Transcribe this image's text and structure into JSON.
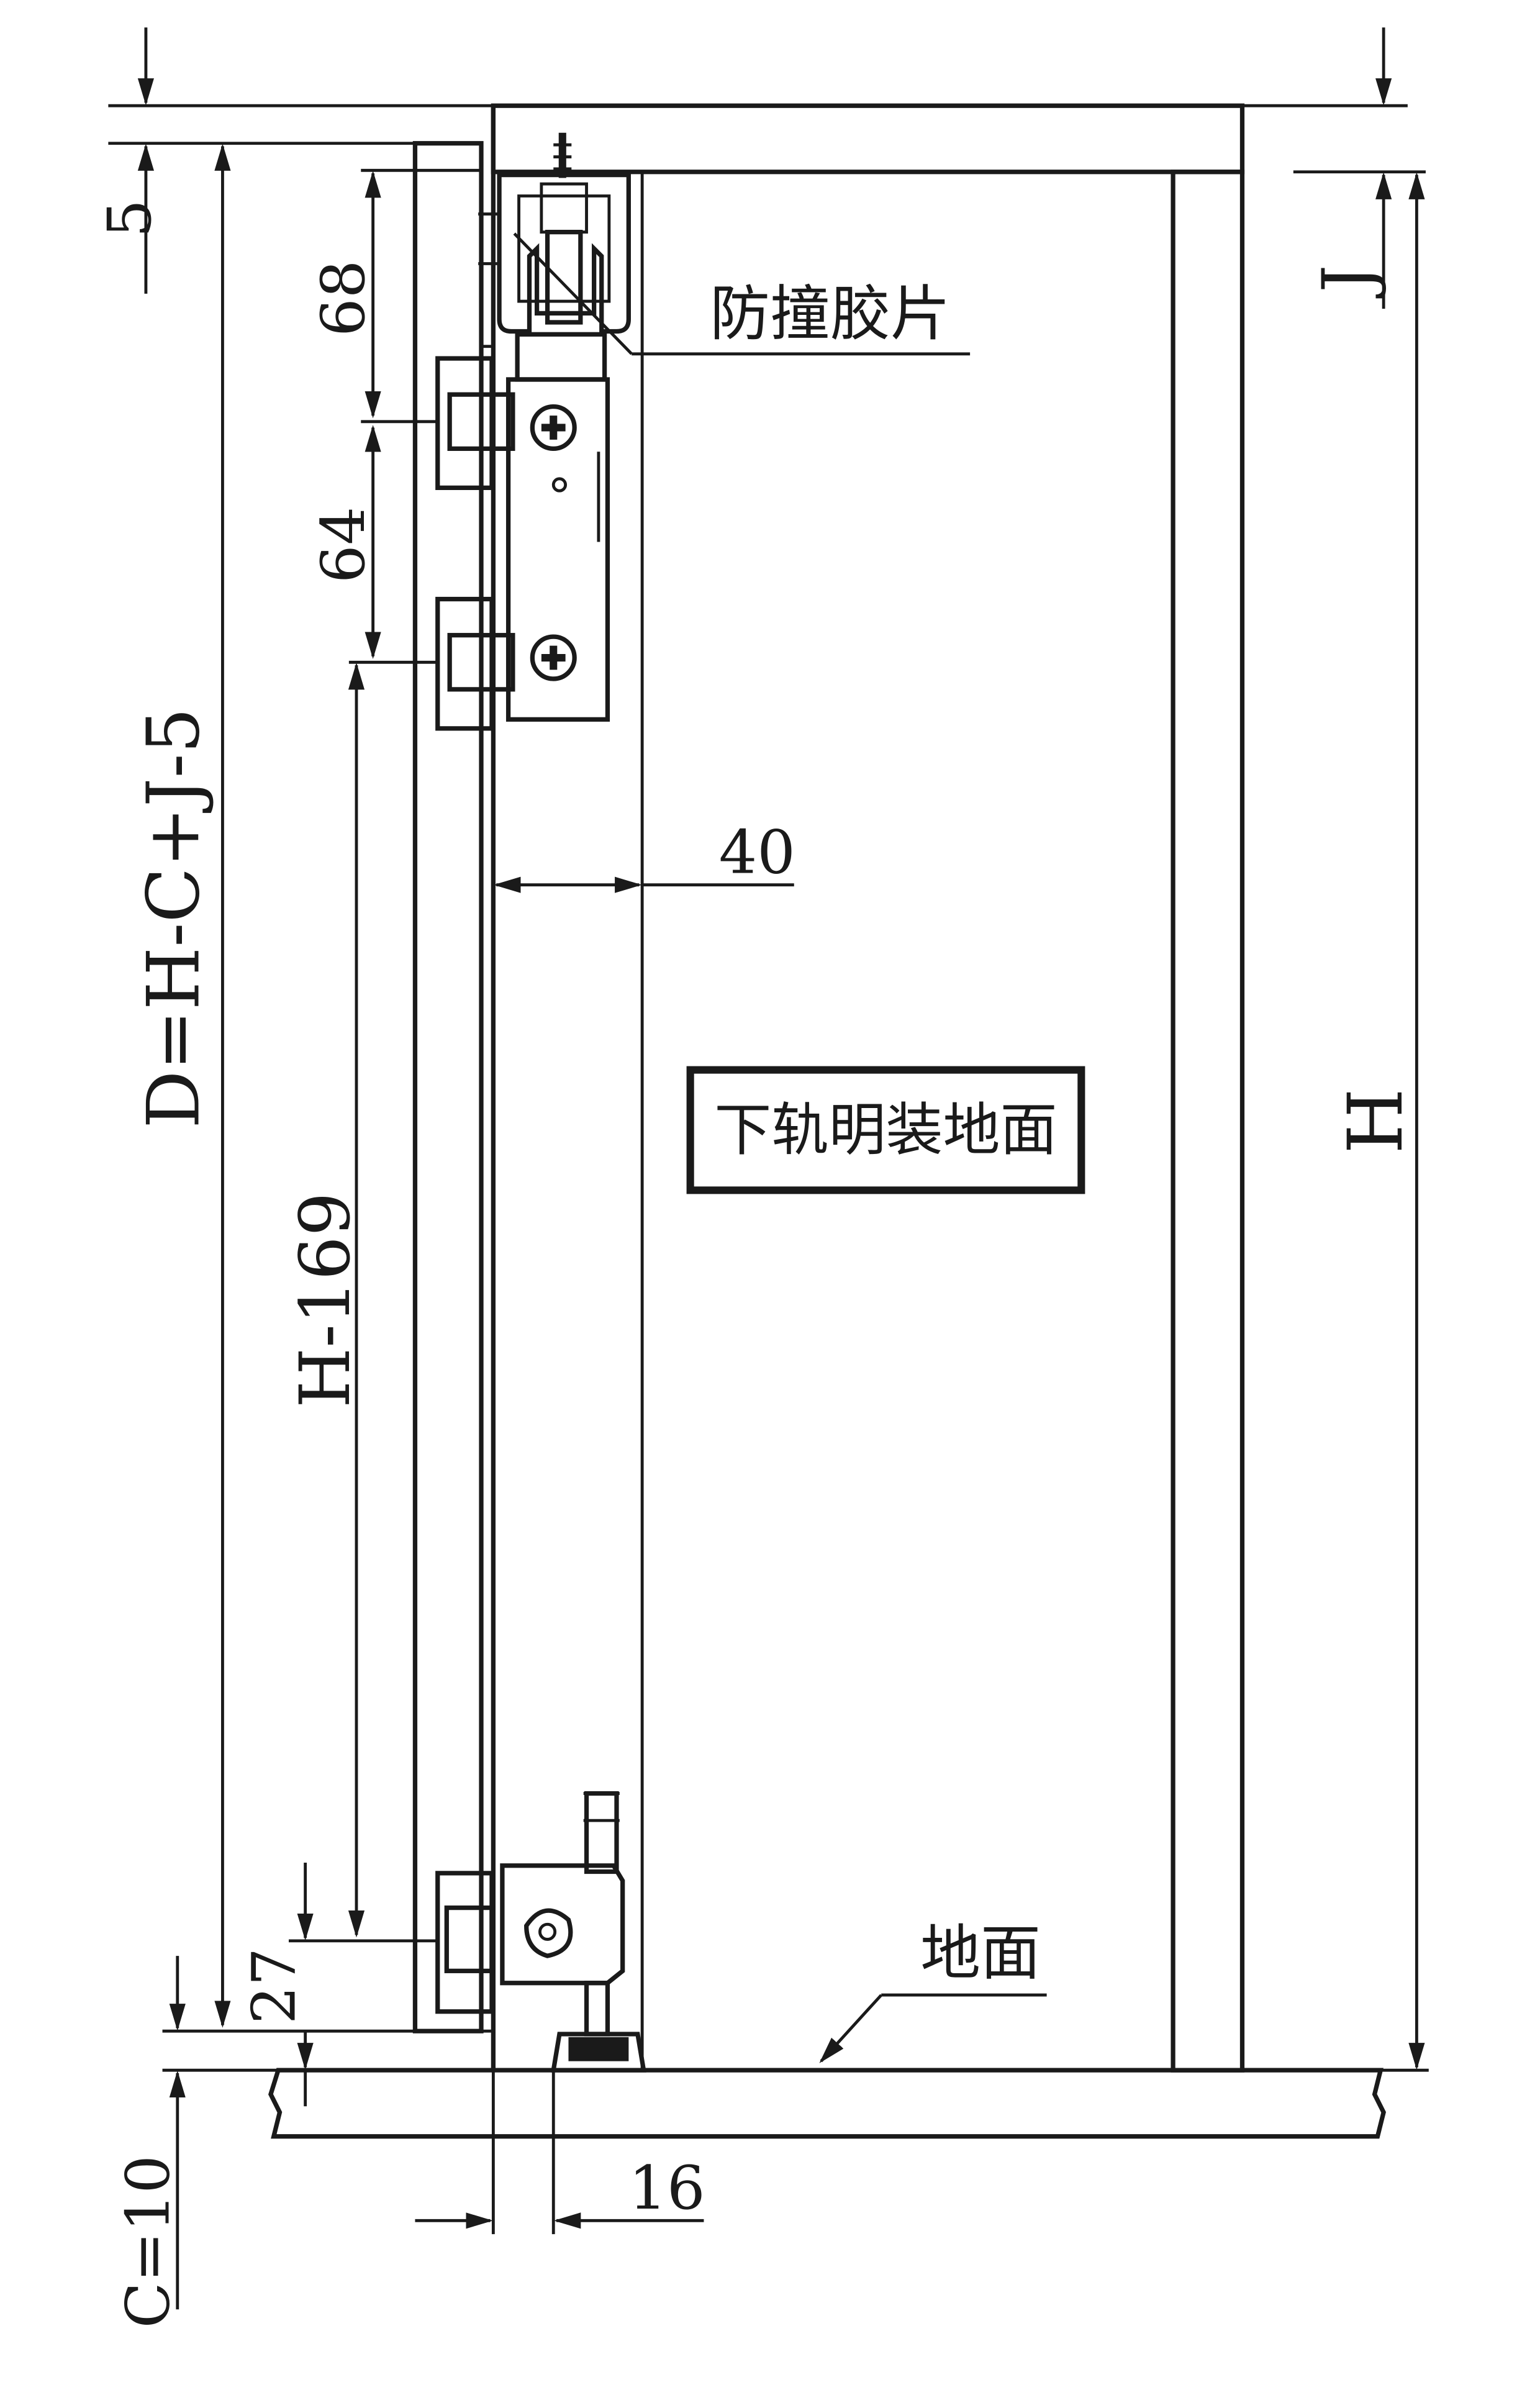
{
  "labels": {
    "bumper_label": "防撞胶片",
    "mode_title": "下轨明装地面",
    "floor_label": "地面"
  },
  "dimensions": {
    "top_gap": "5",
    "dim_68": "68",
    "dim_64": "64",
    "dim_formula": "D=H-C+J-5",
    "dim_h169": "H-169",
    "dim_27": "27",
    "dim_c10": "C=10",
    "dim_40": "40",
    "dim_16": "16",
    "dim_j": "J",
    "dim_h": "H"
  },
  "colors": {
    "line": "#1a1a1a",
    "background": "#ffffff"
  }
}
